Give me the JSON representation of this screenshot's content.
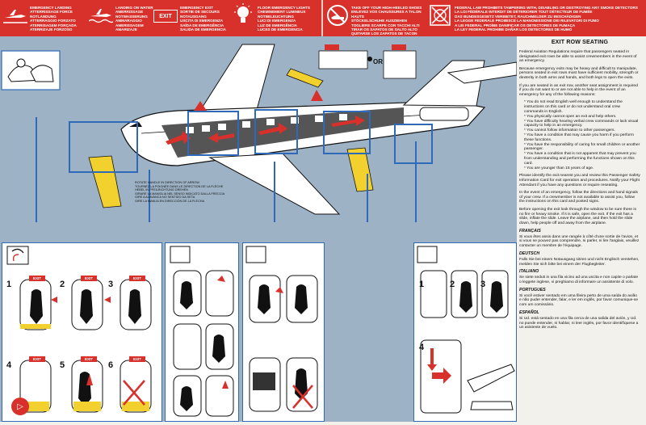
{
  "header_band": [
    {
      "icon": "airplane-ground-landing-icon",
      "text": "EMERGENCY LANDING\nATTERRISSAGE FORCE\nNOTLANDUNG\nATTERRAGGIO FORZATO\nATERRISAGEM FORÇADA\nATERRIZAJE FORZOSO"
    },
    {
      "icon": "airplane-water-landing-icon",
      "text": "LANDING ON WATER\nAMERRISSAGE\nNOTWASSERUNG\nAMMARAGGIO\nAMERISSAGEM\nAMARIZAJE"
    },
    {
      "icon": "exit-sign-icon",
      "label": "EXIT",
      "text": "EMERGENCY EXIT\nSORTIE DE SECOURS\nNOTAUSGANG\nUSCITA DI EMERGENZA\nSAÍDA DE EMERGÊNCIA\nSALIDA DE EMERGENCIA"
    },
    {
      "icon": "light-bulb-icon",
      "text": "FLOOR EMERGENCY LIGHTS\nCHEMINEMENT LUMINEUX\nNOTBELEUCHTUNG\nLUCI DI EMERGENZA\nLUZ DE EMERGÊNCIA\nLUCES DE EMERGENCIA"
    },
    {
      "icon": "high-heel-shoe-icon",
      "text": "TAKE OFF YOUR HIGH-HEELED SHOES\nENLEVEZ VOS CHAUSSURES A TALON HAUTS\nSTÖCKELSCHUHE AUSZIEHEN\nTOGLIERE SCARPE CON TACCHI ALTI\nTIRAR OS SAPATOS DE SALTO ALTO\nQUITARSE LOS ZAPATOS DE TACON ALTO"
    },
    {
      "icon": "no-electronics-icon",
      "text": "FEDERAL LAW PROHIBITS TAMPERING WITH, DISABLING OR DESTROYING ANY SMOKE DETECTORS\nLA LOI FÉDÉRALE INTERDIT DE DÉTERIORER TOUT DÉTECTEUR DE FUMÉE\nDAS BUNDESGESETZ VERBIETET, RAUCHMELDER ZU BESCHÄDIGEN\nLA LEGGE FEDERALE PROIBISCE LA MANOMISSIONE DEI RILEVATORI DI FUMO\nA LEI FEDERAL PROÍBE DANIFICAR OS DETECTORES DE FUMAÇA\nLA LEY FEDERAL PROHIBE DAÑAR LOS DETECTORES DE HUMO"
    }
  ],
  "scene": {
    "exit_sign_label": "EXIT",
    "or_label": "OR",
    "handle_note": "ROTATE HANDLE IN DIRECTION OF ARROW\nTOURNEZ LA POIGNÉE DANS LE DIRECTION DE LA FLÈCHE\nHEBEL IN PFEILRICHTUNG DREHEN\nGIRARE LA MANIGLIA NEL SENSO INDICATO DALLA FRECCIA\nGIRE A ALAVANCA NO SENTIDO DA SETA\nGIRE LA MANIJA EN DIRECCIÓN DE LA FLECHA"
  },
  "panels": {
    "exit_label": "EXIT",
    "steps": [
      "1",
      "2",
      "3",
      "4",
      "5",
      "6"
    ]
  },
  "exit_row": {
    "title": "EXIT ROW SEATING",
    "paragraphs": [
      "Federal Aviation Regulations require that passengers seated in designated exit rows be able to assist crewmembers in the event of an emergency.",
      "Because emergency exits may be heavy and difficult to manipulate, persons seated in exit rows must have sufficient mobility, strength or dexterity in both arms and hands, and both legs to open the exits.",
      "If you are seated in an exit row, another seat assignment is required if you do not want to or are not able to help in the event of an emergency for any of the following reasons:"
    ],
    "reasons": [
      "* You do not read English well enough to understand the instructions on this card or do not understand oral crew commands in English.",
      "* You physically cannot open an exit and help others.",
      "* You have difficulty hearing verbal crew commands or lack visual capacity to help in an emergency.",
      "* You cannot follow information to other passengers.",
      "* You have a condition that may cause you harm if you perform these functions.",
      "* You have the responsibility of caring for small children or another passenger.",
      "* You have a condition that is not apparent that may prevent you from understanding and performing the functions shown on this card.",
      "* You are younger than 15 years of age."
    ],
    "after": [
      "Please identify the exit nearest you and review this Passenger Safety Information Card for exit operation and procedures. Notify your Flight Attendant if you have any questions or require reseating.",
      "In the event of an emergency, follow the directions and hand signals of your crew. If a crewmember is not available to assist you, follow the instructions on this card and posted signs.",
      "Before opening the exit look through the window to be sure there is no fire or heavy smoke. If it is safe, open the exit. If the exit has a slide, inflate the slide. Leave the airplane, and then hold the slide down, help people off and away from the airplane."
    ],
    "languages": [
      {
        "name": "FRANÇAIS",
        "text": "Si vous êtes assis dans une rangée à côté d'une sortie de l'avion, et si vous ne pouvez pas comprendre, ni parler, ni lire l'anglais, veuillez contacter un membre de l'équipage."
      },
      {
        "name": "DEUTSCH",
        "text": "Falls Sie bei einem Notausgang sitzen und nicht Englisch verstehen, melden Sie sich bitte bei einem der Flugbegleiter."
      },
      {
        "name": "ITALIANO",
        "text": "Se siete seduti in una fila vicino ad una uscita e non capite o parlate o leggete inglese, vi preghiamo di informare un assistente di volo."
      },
      {
        "name": "PORTUGUES",
        "text": "Si você estiver sentado em uma fileira perto de uma saída do avião e não puder entender, falar, e ler em inglês, por favor comunique-se com um comissário."
      },
      {
        "name": "ESPAÑOL",
        "text": "Si Ud. está sentado en una fila cerca de una salida del avión, y Ud. no puede entender, ni hablar, ni leer inglés, por favor identifíquese a un asistente de vuelo."
      }
    ]
  }
}
